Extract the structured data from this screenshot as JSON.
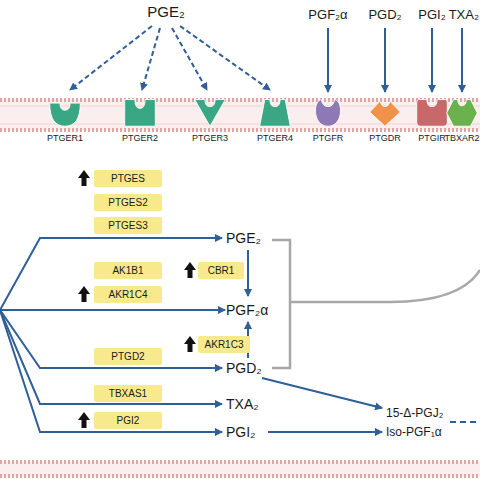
{
  "diagram": {
    "nodes": [
      {
        "text": [
          "PTGER1"
        ]
      },
      {
        "text": [
          "PTGER2"
        ]
      },
      {
        "text": [
          "PTGER3"
        ]
      },
      {
        "text": [
          "PTGER4"
        ]
      },
      {
        "text": [
          "PTGFR"
        ]
      },
      {
        "text": [
          "PTGDR"
        ]
      },
      {
        "text": [
          "PTGIR"
        ]
      },
      {
        "text": [
          "TBXAR2"
        ]
      },
      {
        "text": [
          "PTGES"
        ]
      },
      {
        "text": [
          "PTGES2"
        ]
      },
      {
        "text": [
          "PTGES3"
        ]
      },
      {
        "text": [
          "AK1B1"
        ]
      },
      {
        "text": [
          "CBR1"
        ]
      },
      {
        "text": [
          "AKR1C4"
        ]
      },
      {
        "text": [
          "AKR1C3"
        ]
      },
      {
        "text": [
          "PTGD2"
        ]
      },
      {
        "text": [
          "TBXAS1"
        ]
      },
      {
        "text": [
          "PGI2"
        ]
      }
    ],
    "labels": [
      "PGE₂",
      "PGF₂α",
      "PGD₂",
      "PGI₂",
      "TXA₂",
      "PGE₂",
      "PGF₂α",
      "PGD₂",
      "TXA₂",
      "PGI₂",
      "15-Δ-PGJ₂",
      "Iso-PGF₁α"
    ]
  }
}
